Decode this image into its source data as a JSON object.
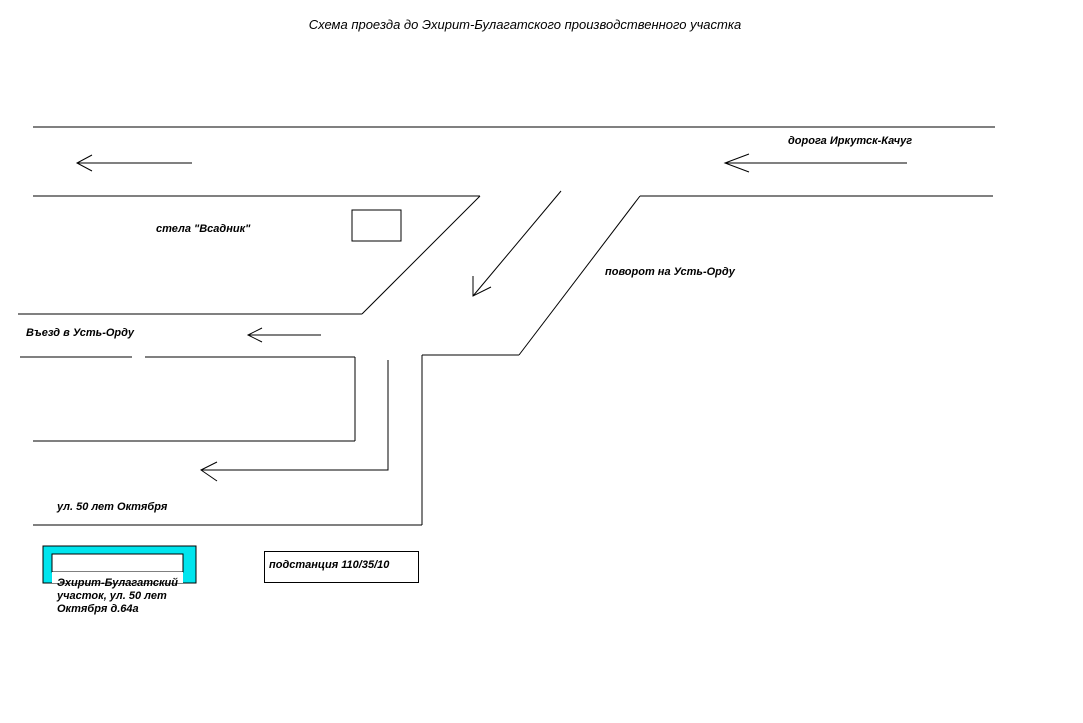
{
  "title": "Схема проезда до Эхирит-Булагатского производственного участка",
  "labels": {
    "road_irkutsk": "дорога Иркутск-Качуг",
    "stela": "стела \"Всадник\"",
    "turn_ust_orda": "поворот на Усть-Орду",
    "entry_ust_orda": "Въезд в Усть-Орду",
    "street": "ул. 50 лет Октября",
    "substation": "подстанция 110/35/10",
    "site_address": "Эхирит-Булагатский участок, ул. 50 лет Октября д.64а"
  },
  "colors": {
    "line": "#000000",
    "site_fill": "#00e5ee",
    "background": "#ffffff"
  }
}
